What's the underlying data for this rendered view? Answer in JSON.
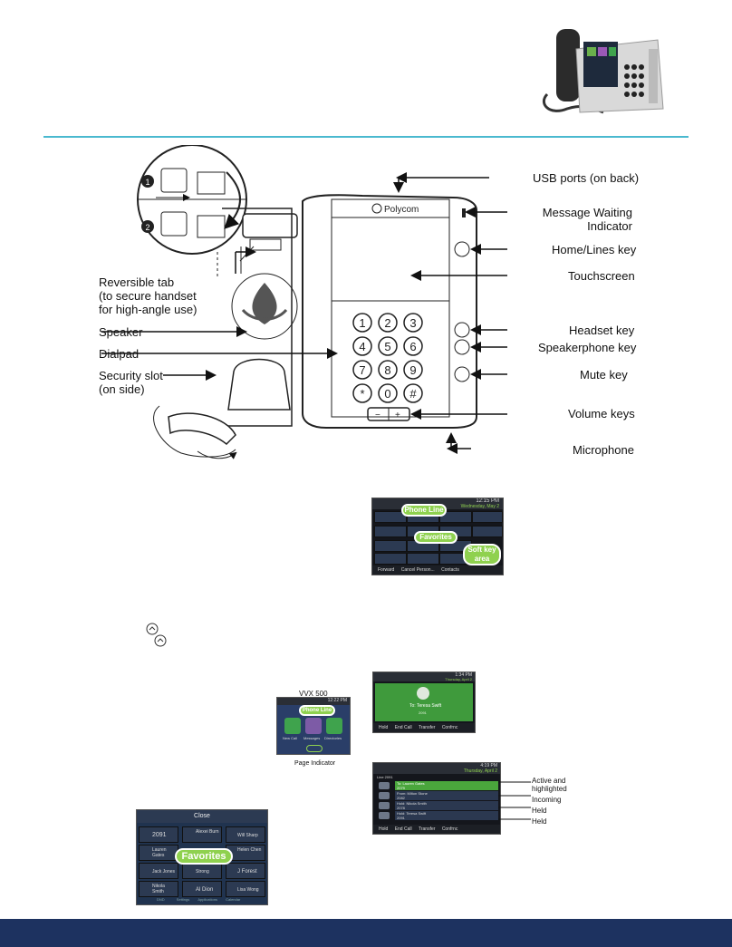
{
  "header": {
    "rule_color": "#4ab9cf"
  },
  "callouts": {
    "usb": "USB ports (on back)",
    "mwi_1": "Message Waiting",
    "mwi_2": "Indicator",
    "home": "Home/Lines key",
    "touchscreen": "Touchscreen",
    "headset": "Headset key",
    "speakerphone": "Speakerphone key",
    "mute": "Mute key",
    "volume": "Volume keys",
    "microphone": "Microphone",
    "reversible_1": "Reversible tab",
    "reversible_2": "(to secure handset",
    "reversible_3": "for high-angle use)",
    "speaker": "Speaker",
    "dialpad": "Dialpad",
    "security_1": "Security slot",
    "security_2": "(on side)"
  },
  "phone": {
    "brand": "Polycom",
    "keys": [
      "1",
      "2",
      "3",
      "4",
      "5",
      "6",
      "7",
      "8",
      "9",
      "*",
      "0",
      "#"
    ],
    "steps": [
      "1",
      "2"
    ]
  },
  "lines_screen": {
    "time": "12:15 PM",
    "date": "Wednesday, May 2",
    "phone_line_label": "Phone Line",
    "favorites_label": "Favorites",
    "softkey_label_1": "Soft key",
    "softkey_label_2": "area",
    "softkeys": [
      "Forward",
      "Cancel Person...",
      "Contacts"
    ]
  },
  "home_screen": {
    "model": "VVX 500",
    "time": "12:22 PM",
    "phone_line_label": "Phone Line",
    "icons": [
      "New Call",
      "Messages",
      "Directories"
    ],
    "page_indicator_label": "Page Indicator"
  },
  "call_screen": {
    "time": "1:34 PM",
    "date": "Thursday, April 2",
    "name": "To: Teresa Swift",
    "number": "2091",
    "softkeys": [
      "Hold",
      "End Call",
      "Transfer",
      "Confrnc"
    ]
  },
  "calls_screen": {
    "time": "4:19 PM",
    "date": "Thursday, April 2",
    "line": "Line 2091",
    "calls": [
      {
        "name": "To: Lauren Gates",
        "number": "2079",
        "state": "Active and highlighted"
      },
      {
        "name": "From: Milton Stone",
        "number": "2082",
        "state": "Incoming"
      },
      {
        "name": "Hold: Nikola Smith",
        "number": "2078",
        "state": "Held"
      },
      {
        "name": "Hold: Teresa Swift",
        "number": "2091",
        "state": "Held"
      }
    ],
    "state_labels": [
      "Active and",
      "highlighted",
      "Incoming",
      "Held",
      "Held"
    ],
    "softkeys": [
      "Hold",
      "End Call",
      "Transfer",
      "Confrnc"
    ]
  },
  "favorites_screen": {
    "close_label": "Close",
    "favorites_label": "Favorites",
    "entries": [
      "2091",
      "Alexei Burn",
      "Will Sharp",
      "Lauren Gates",
      "Helen Chen",
      "Jack Jones",
      "Strong",
      "J Forest",
      "Nikola Smith",
      "Al Dion",
      "Lisa Wong"
    ],
    "tabs": [
      "DND",
      "Settings",
      "Applications",
      "Calendar"
    ]
  }
}
